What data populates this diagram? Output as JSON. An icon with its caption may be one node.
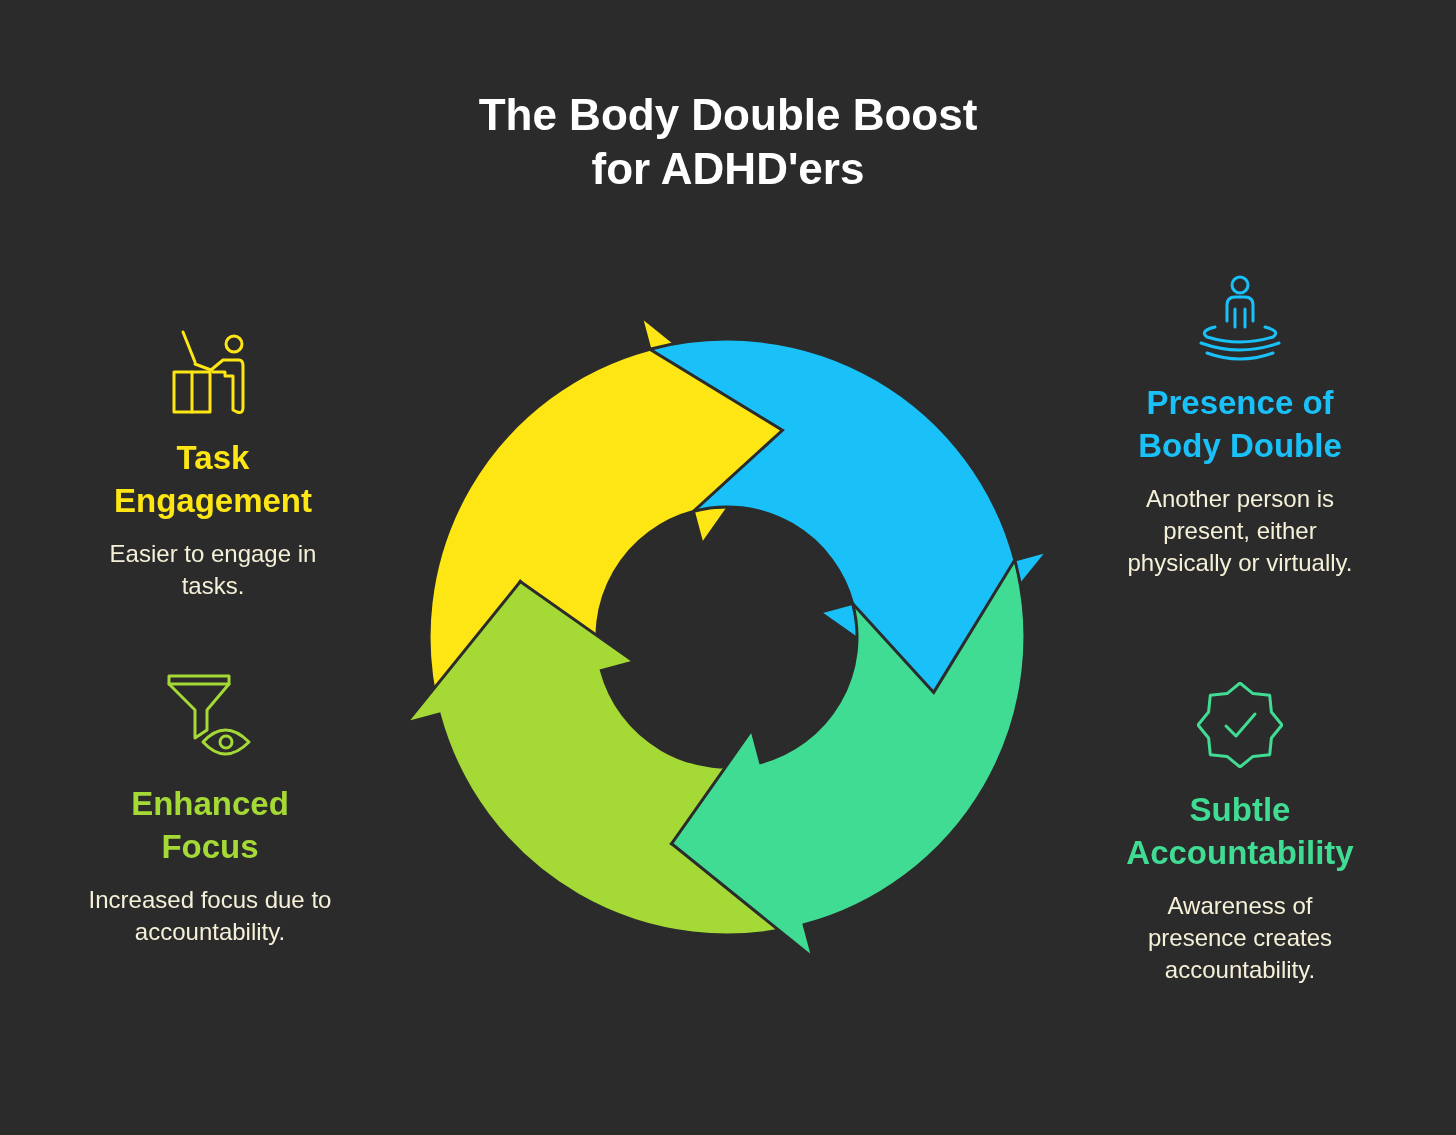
{
  "diagram": {
    "title": "The Body Double Boost for ADHD'ers",
    "labels": [
      "Task Engagement",
      "Easier to engage in tasks.",
      "Presence of Body Double",
      "Another person is present, either physically or virtually.",
      "Enhanced Focus",
      "Increased focus due to accountability.",
      "Subtle Accountability",
      "Awareness of presence creates accountability."
    ]
  }
}
